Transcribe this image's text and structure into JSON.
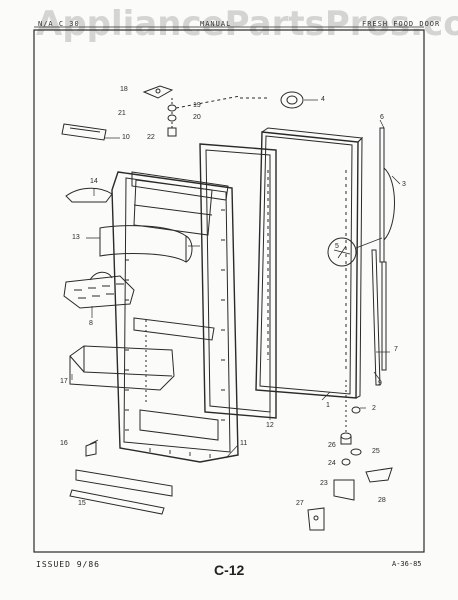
{
  "header": {
    "model": "N/A C  30",
    "section": "MANUAL",
    "title": "FRESH FOOD DOOR"
  },
  "watermark": "AppliancePartsPros.com",
  "footer": {
    "issued": "ISSUED 9/86",
    "page": "C-12",
    "ref": "A-36-85"
  },
  "callouts": {
    "n1": "1",
    "n2": "2",
    "n3": "3",
    "n4": "4",
    "n5": "5",
    "n6": "6",
    "n7": "7",
    "n8": "8",
    "n9": "9",
    "n10": "10",
    "n11": "11",
    "n12": "12",
    "n13": "13",
    "n14": "14",
    "n15": "15",
    "n16": "16",
    "n17": "17",
    "n18": "18",
    "n19": "19",
    "n20": "20",
    "n21": "21",
    "n22": "22",
    "n23": "23",
    "n24": "24",
    "n25": "25",
    "n26": "26",
    "n27": "27",
    "n28": "28"
  },
  "colors": {
    "ink": "#2a2a2a",
    "paper": "#fbfbf9",
    "watermark": "#969696"
  }
}
